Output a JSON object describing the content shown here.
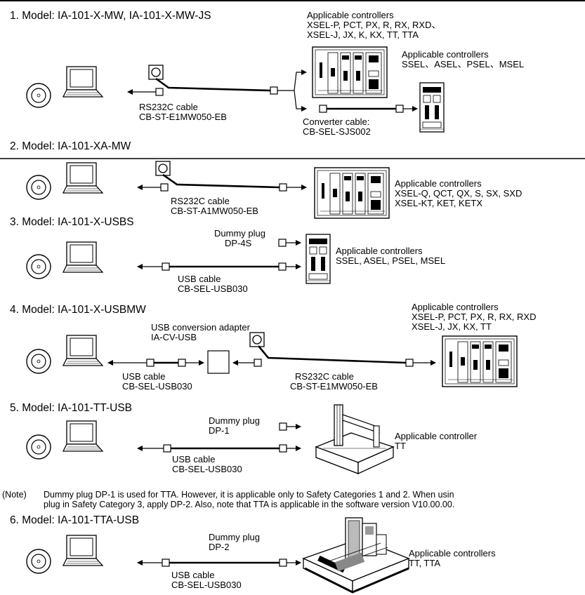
{
  "sections": [
    {
      "title": "1. Model: IA-101-X-MW, IA-101-X-MW-JS",
      "cable_label": "RS232C cable",
      "cable_model": "CB-ST-E1MW050-EB",
      "controllers_title": "Applicable controllers",
      "controllers_line1": "XSEL-P, PCT, PX, R, RX, RXD、",
      "controllers_line2": "XSEL-J, JX, K, KX, TT, TTA",
      "controllers2_title": "Applicable controllers",
      "controllers2_line1": "SSEL、ASEL、PSEL、MSEL",
      "converter_label": "Converter cable:",
      "converter_model": "CB-SEL-SJS002"
    },
    {
      "title": "2. Model: IA-101-XA-MW",
      "cable_label": "RS232C cable",
      "cable_model": "CB-ST-A1MW050-EB",
      "controllers_title": "Applicable controllers",
      "controllers_line1": "XSEL-Q, QCT, QX, S, SX, SXD",
      "controllers_line2": "XSEL-KT, KET, KETX"
    },
    {
      "title": "3. Model: IA-101-X-USBS",
      "plug_label": "Dummy plug",
      "plug_model": "DP-4S",
      "cable_label": "USB cable",
      "cable_model": "CB-SEL-USB030",
      "controllers_title": "Applicable controllers",
      "controllers_line1": "SSEL, ASEL, PSEL, MSEL"
    },
    {
      "title": "4. Model: IA-101-X-USBMW",
      "adapter_label": "USB conversion adapter",
      "adapter_model": "IA-CV-USB",
      "usb_label": "USB cable",
      "usb_model": "CB-SEL-USB030",
      "cable_label": "RS232C cable",
      "cable_model": "CB-ST-E1MW050-EB",
      "controllers_title": "Applicable controllers",
      "controllers_line1": "XSEL-P, PCT, PX, R, RX, RXD",
      "controllers_line2": "XSEL-J, JX, KX, TT"
    },
    {
      "title": "5. Model: IA-101-TT-USB",
      "plug_label": "Dummy plug",
      "plug_model": "DP-1",
      "cable_label": "USB cable",
      "cable_model": "CB-SEL-USB030",
      "controllers_title": "Applicable controller",
      "controllers_line1": "TT"
    },
    {
      "title": "6. Model: IA-101-TTA-USB",
      "plug_label": "Dummy plug",
      "plug_model": "DP-2",
      "cable_label": "USB cable",
      "cable_model": "CB-SEL-USB030",
      "controllers_title": "Applicable controllers",
      "controllers_line1": "TT, TTA"
    }
  ],
  "note": {
    "label": "(Note)",
    "line1": "Dummy plug DP-1 is used for TTA. However, it is applicable only to Safety Categories 1 and 2. When usin",
    "line2": "plug in Safety Category 3, apply DP-2. Also, note that TTA is applicable in the software version V10.00.00."
  },
  "icons": {
    "cd": "cd-rom-icon",
    "pc": "laptop-icon",
    "controller": "controller-icon",
    "robot": "robot-icon"
  }
}
